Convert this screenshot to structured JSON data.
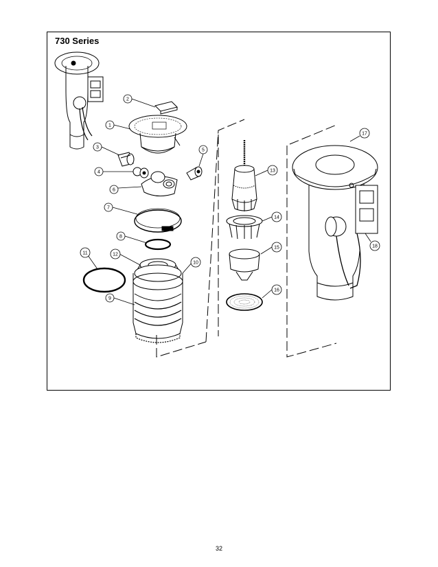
{
  "title": "730 Series",
  "page_number": "32",
  "callouts": [
    "1",
    "2",
    "3",
    "4",
    "5",
    "6",
    "7",
    "8",
    "9",
    "10",
    "11",
    "12",
    "13",
    "14",
    "15",
    "16",
    "17",
    "18"
  ]
}
